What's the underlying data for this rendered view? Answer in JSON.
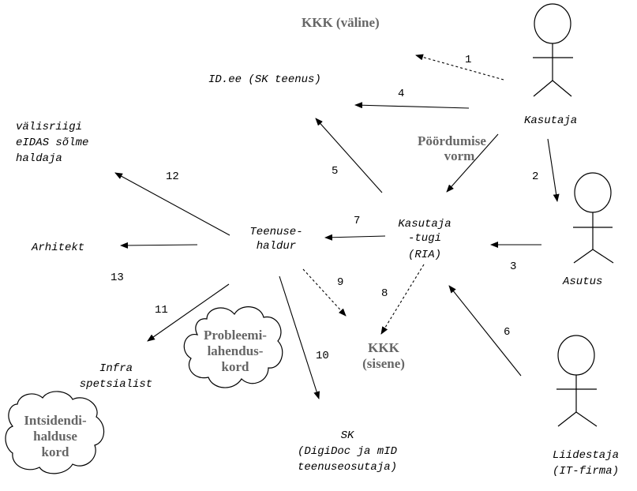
{
  "nodes": {
    "kkk_valine": "KKK (väline)",
    "id_ee": "ID.ee (SK teenus)",
    "eidas": [
      "välisriigi",
      "eIDAS sõlme",
      "haldaja"
    ],
    "kasutaja": "Kasutaja",
    "poordumise_vorm": [
      "Pöördumise",
      "vorm"
    ],
    "teenusehaldur": [
      "Teenuse-",
      "haldur"
    ],
    "kasutajatugi": [
      "Kasutaja",
      "-tugi",
      "(RIA)"
    ],
    "arhitekt": "Arhitekt",
    "asutus": "Asutus",
    "infra": [
      "Infra",
      "spetsialist"
    ],
    "kkk_sisene": [
      "KKK",
      "(sisene)"
    ],
    "sk": [
      "SK",
      "(DigiDoc ja mID",
      "teenuseosutaja)"
    ],
    "liidestaja": [
      "Liidestaja",
      "(IT-firma)"
    ]
  },
  "clouds": {
    "probleemi": [
      "Probleemi-",
      "lahendus-",
      "kord"
    ],
    "intsidendi": [
      "Intsidendi-",
      "halduse",
      "kord"
    ]
  },
  "edges": [
    {
      "label": "1",
      "style": "dashed"
    },
    {
      "label": "2",
      "style": "solid"
    },
    {
      "label": "3",
      "style": "solid"
    },
    {
      "label": "4",
      "style": "solid"
    },
    {
      "label": "5",
      "style": "solid"
    },
    {
      "label": "6",
      "style": "solid"
    },
    {
      "label": "7",
      "style": "solid"
    },
    {
      "label": "8",
      "style": "dashed"
    },
    {
      "label": "9",
      "style": "dashed"
    },
    {
      "label": "10",
      "style": "solid"
    },
    {
      "label": "11",
      "style": "solid"
    },
    {
      "label": "12",
      "style": "solid"
    },
    {
      "label": "13",
      "style": "solid"
    }
  ]
}
